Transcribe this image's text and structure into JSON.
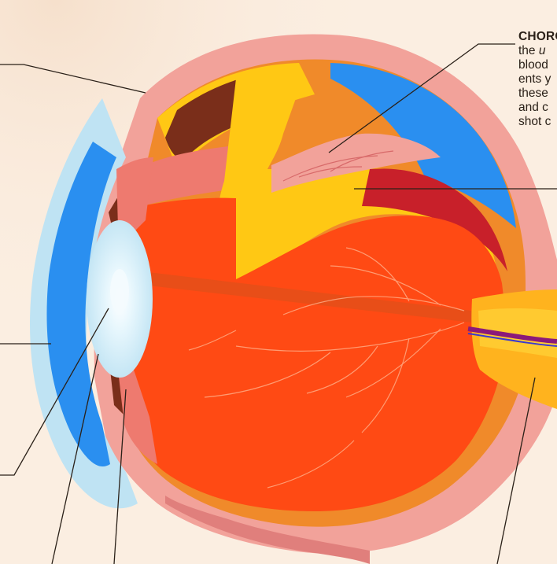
{
  "caption": {
    "title": "CHORO",
    "lines": [
      "the u",
      "blood",
      "ents y",
      "these",
      "and c",
      "shot c"
    ]
  },
  "colors": {
    "background": "#fbeee1",
    "sclera": "#f2a29a",
    "cornea": "#bfe3f3",
    "aqueous": "#2a8ff0",
    "iris": "#6b2a1c",
    "lens": "#e6f6fc",
    "vitreous": "#ff4a14",
    "retina_yellow": "#ffc814",
    "choroid_brown": "#7a2e1a",
    "optic_nerve": "#ffb31e",
    "blood_vessel": "#8b1a7a",
    "leader_line": "#2a2018"
  }
}
